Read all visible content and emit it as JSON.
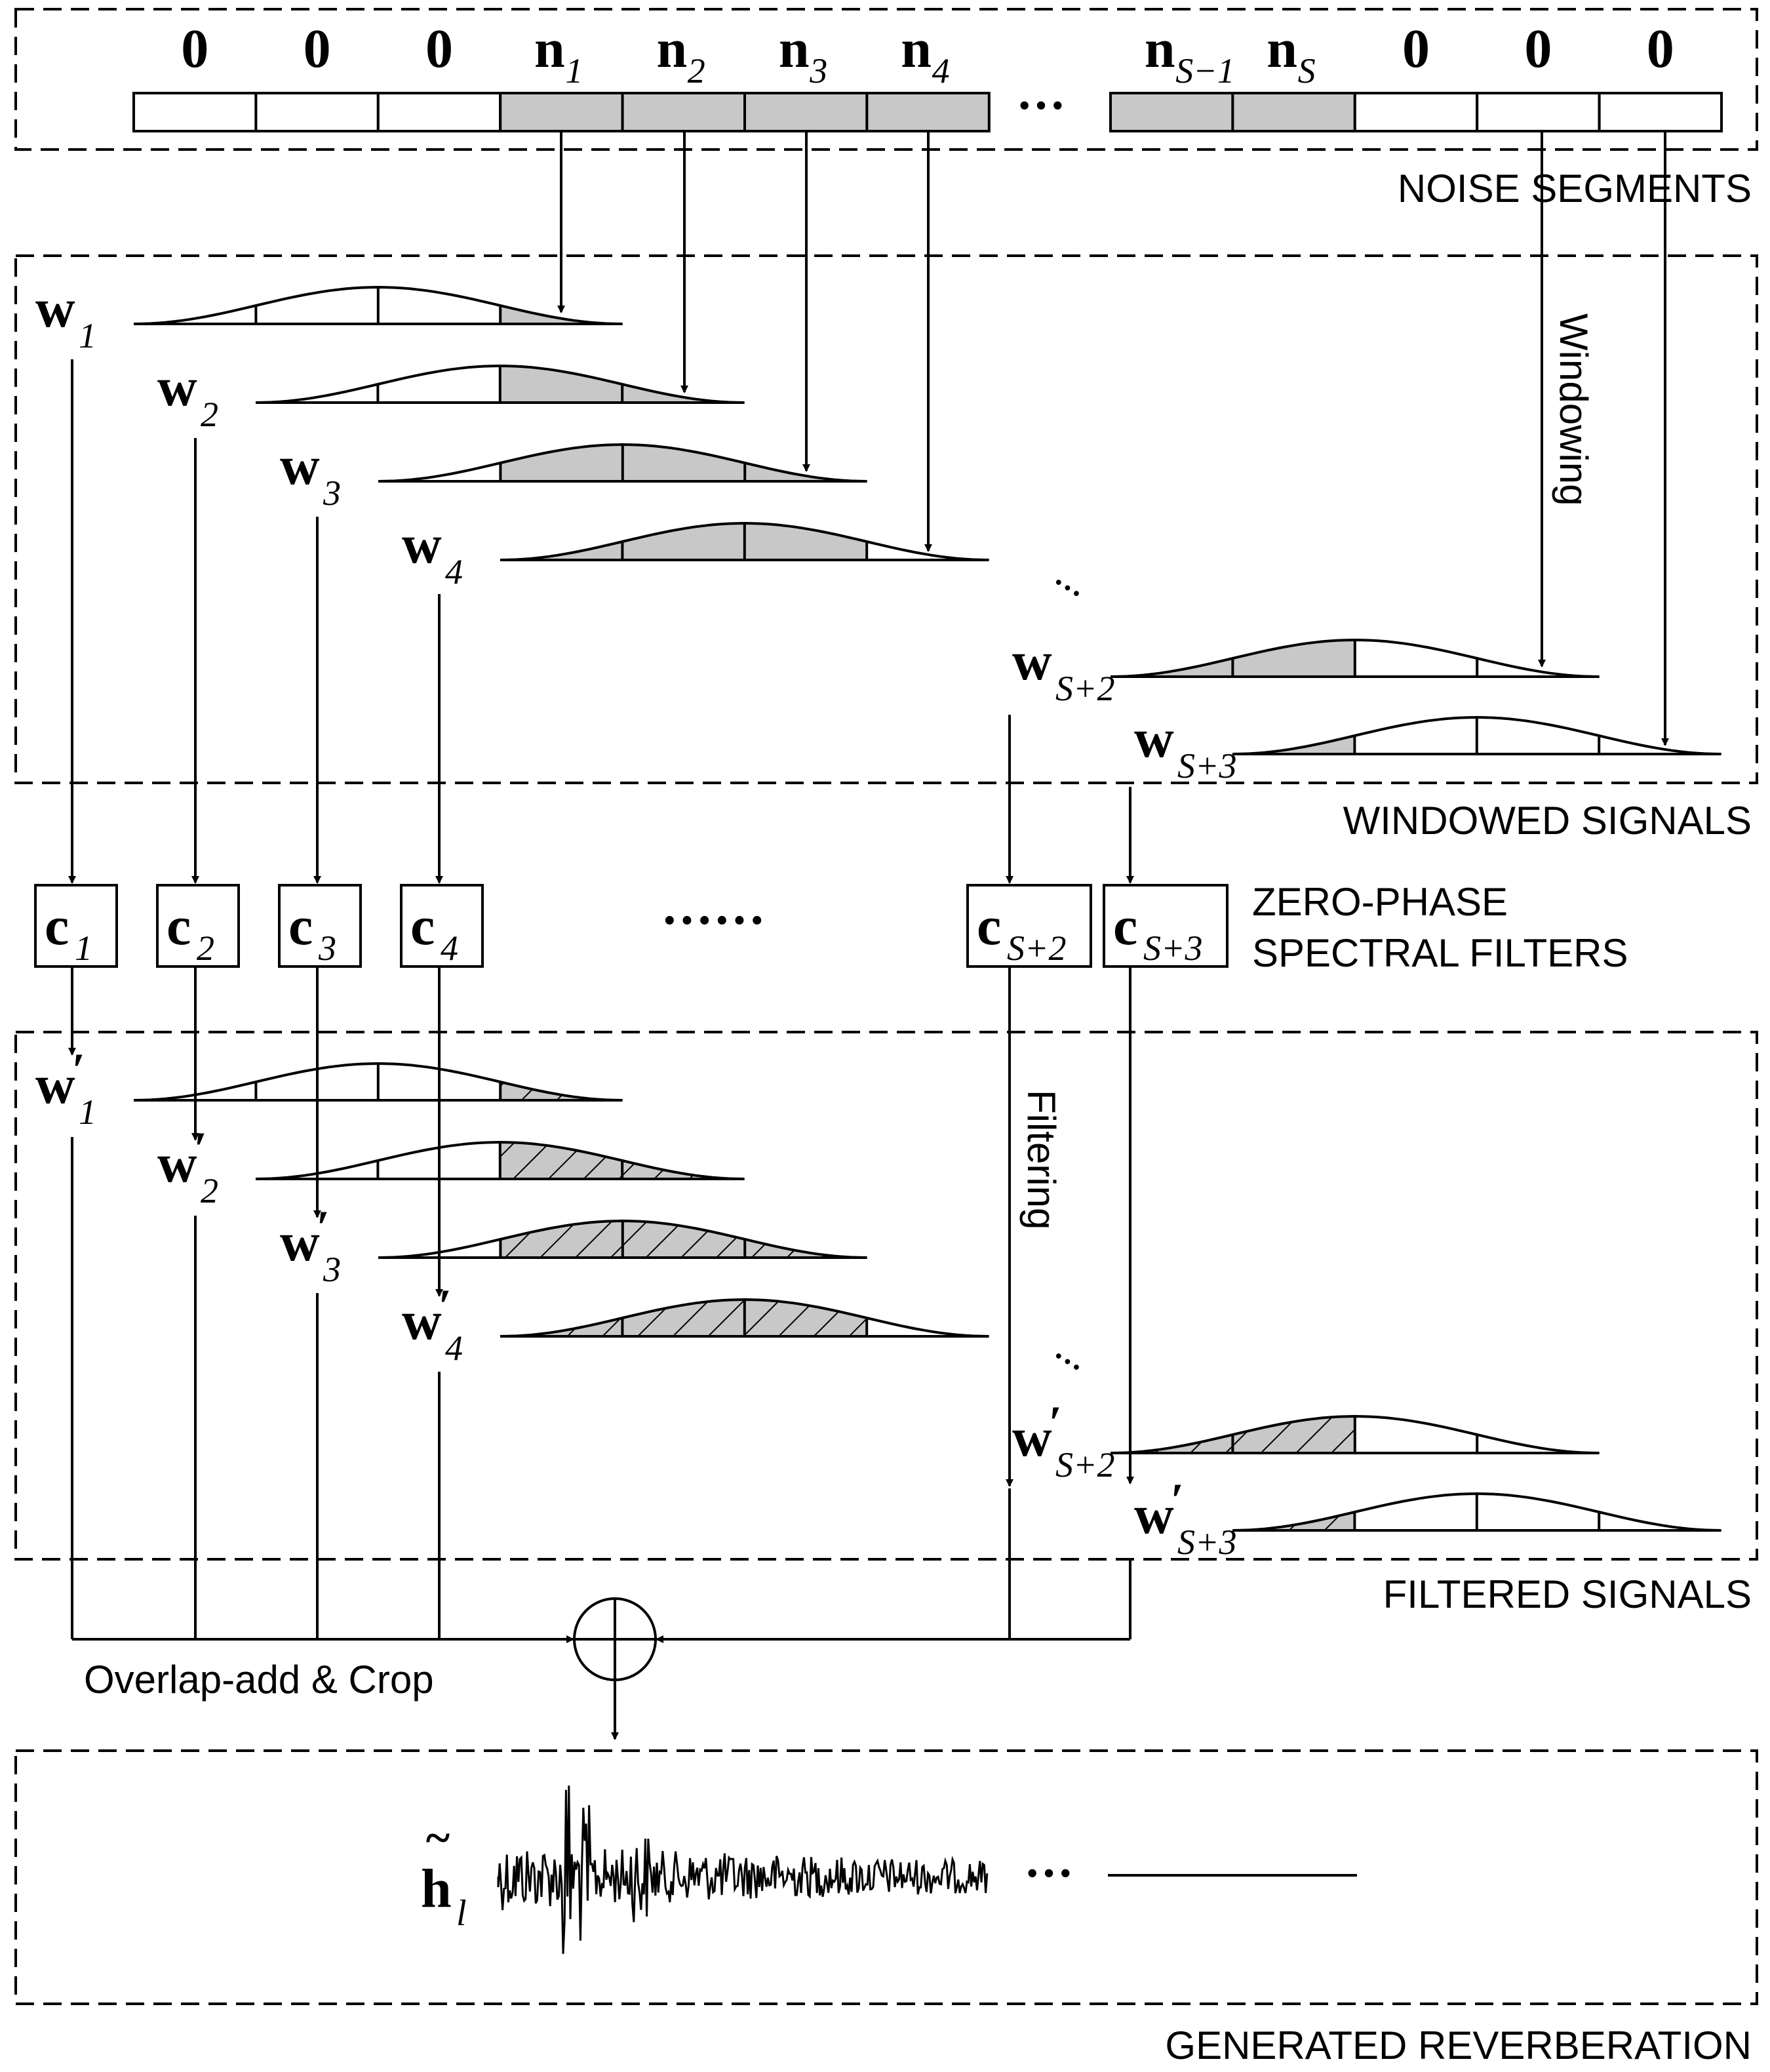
{
  "sections": {
    "noise": "NOISE SEGMENTS",
    "windowed": "WINDOWED SIGNALS",
    "filters_line1": "ZERO-PHASE",
    "filters_line2": "SPECTRAL FILTERS",
    "filtered": "FILTERED SIGNALS",
    "generated": "GENERATED REVERBERATION"
  },
  "noise_segments": {
    "cells": [
      "0",
      "0",
      "0",
      "n",
      "n",
      "n",
      "n",
      "n",
      "n",
      "0",
      "0",
      "0"
    ],
    "subscripts": [
      "",
      "",
      "",
      "1",
      "2",
      "3",
      "4",
      "S−1",
      "S",
      "",
      "",
      ""
    ],
    "ellipsis": "···"
  },
  "window_symbol": "w",
  "windowed_subscripts": [
    "1",
    "2",
    "3",
    "4",
    "S+2",
    "S+3"
  ],
  "filter_symbol": "c",
  "filter_subscripts": [
    "1",
    "2",
    "3",
    "4",
    "S+2",
    "S+3"
  ],
  "filtered_prime": "′",
  "filters_ellipsis": "······",
  "diagonal_ellipsis": "···",
  "process_labels": {
    "windowing": "Windowing",
    "filtering": "Filtering",
    "overlap_add": "Overlap-add & Crop"
  },
  "output": {
    "symbol": "h",
    "tilde": "~",
    "subscript": "l",
    "ellipsis": "···"
  },
  "colors": {
    "shade": "#c8c8c8",
    "stroke": "#000000"
  }
}
